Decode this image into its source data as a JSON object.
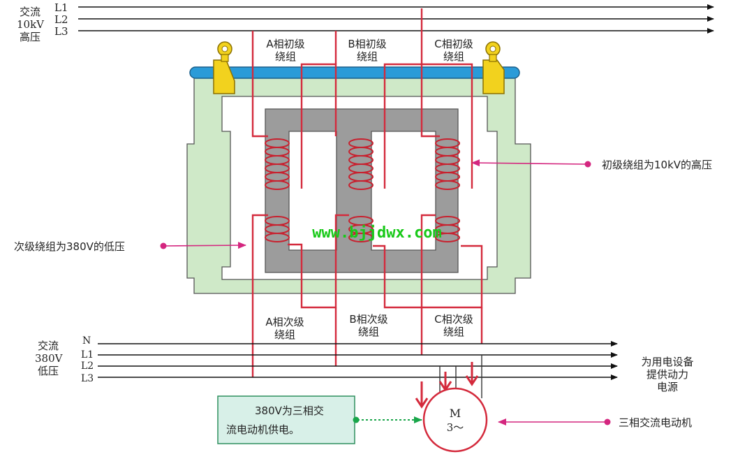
{
  "top_bus": {
    "title_lines": [
      "交流",
      "10kV",
      "高压"
    ],
    "lines": [
      "L1",
      "L2",
      "L3"
    ]
  },
  "primary_windings": {
    "a": [
      "A相初级",
      "绕组"
    ],
    "b": [
      "B相初级",
      "绕组"
    ],
    "c": [
      "C相初级",
      "绕组"
    ]
  },
  "secondary_windings": {
    "a": [
      "A相次级",
      "绕组"
    ],
    "b": [
      "B相次级",
      "绕组"
    ],
    "c": [
      "C相次级",
      "绕组"
    ]
  },
  "annotations": {
    "primary_note": "初级绕组为10kV的高压",
    "secondary_note": "次级绕组为380V的低压",
    "motor_note": "三相交流电动机",
    "supply_box": [
      "380V为三相交",
      "流电动机供电。"
    ],
    "equipment_note": [
      "为用电设备",
      "提供动力",
      "电源"
    ]
  },
  "bottom_bus": {
    "title_lines": [
      "交流",
      "380V",
      "低压"
    ],
    "lines": [
      "N",
      "L1",
      "L2",
      "L3"
    ]
  },
  "motor": {
    "label": "M",
    "phase": "3～"
  },
  "watermark": "www.bjjdwx.com",
  "colors": {
    "wire": "#d42a3c",
    "coil": "#c8202e",
    "core": "#9c9c9c",
    "frame": "#cfe9c8",
    "bar": "#2a9bd8",
    "clamp": "#f2d21e",
    "pointer": "#d4267f",
    "supply_box": "#d8f0e8",
    "watermark": "#19c919"
  }
}
